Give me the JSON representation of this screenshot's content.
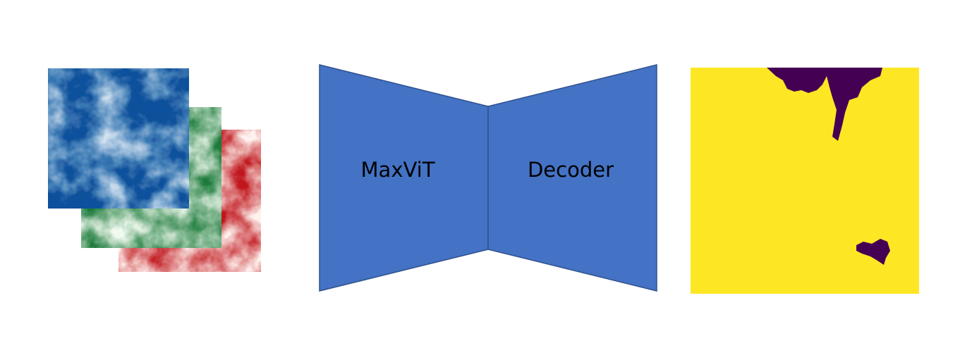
{
  "encoder": {
    "label": "MaxViT"
  },
  "decoder": {
    "label": "Decoder"
  },
  "colors": {
    "block_fill": "#4472C4",
    "block_stroke": "#2F528F",
    "channel_blue": "#08519c",
    "channel_green": "#006d2c",
    "channel_red": "#a50f15",
    "mask_background": "#FDE725",
    "mask_region": "#440154"
  },
  "input_channels": [
    "blue",
    "green",
    "red"
  ],
  "output_mask": {
    "colormap": "viridis",
    "classes": 2
  }
}
